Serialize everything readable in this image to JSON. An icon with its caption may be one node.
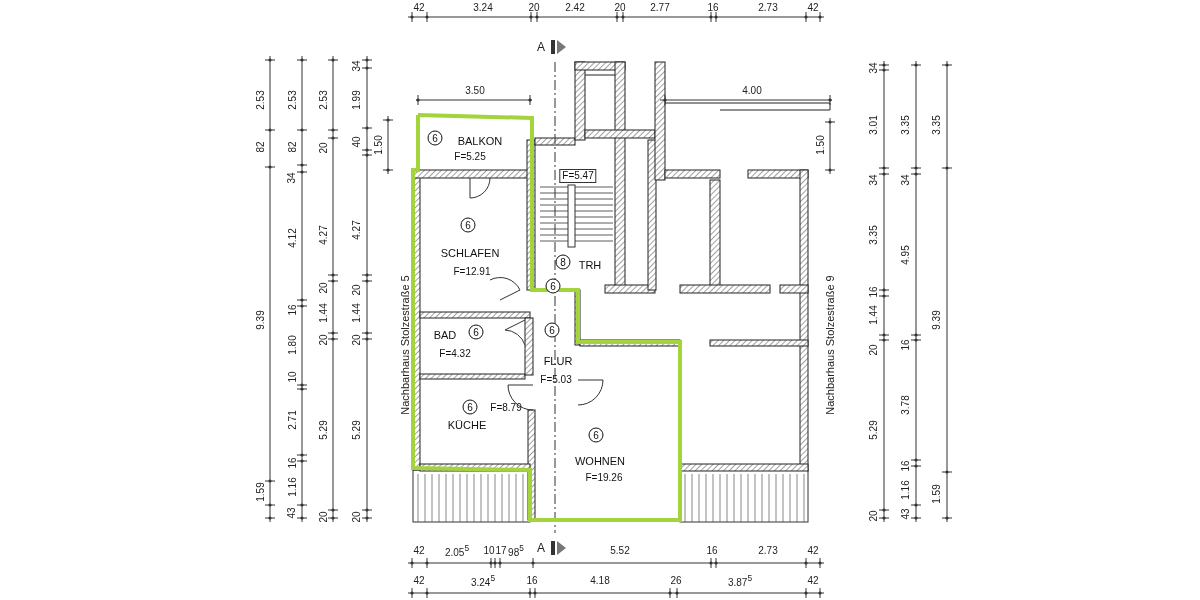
{
  "diagram": {
    "nodes": [
      {
        "text": [
          "6",
          "BALKON",
          "F=5.25"
        ]
      },
      {
        "text": [
          "6",
          "SCHLAFEN",
          "F=12.91"
        ]
      },
      {
        "text": [
          "F=5.47",
          "8",
          "TRH"
        ]
      },
      {
        "text": [
          "BAD",
          "6",
          "F=4.32"
        ]
      },
      {
        "text": [
          "6",
          "6",
          "FLUR",
          "F=5.03"
        ]
      },
      {
        "text": [
          "6",
          "F=8.79",
          "KÜCHE"
        ]
      },
      {
        "text": [
          "6",
          "WOHNEN",
          "F=19.26"
        ]
      }
    ],
    "labels": [
      "42",
      "3.24",
      "20",
      "2.42",
      "20",
      "2.77",
      "16",
      "2.73",
      "42",
      "A",
      "3.50",
      "4.00",
      "2.53",
      "82",
      "9.39",
      "1.59",
      "34",
      "43",
      "2.53",
      "82",
      "4.12",
      "16",
      "1.80",
      "10",
      "2.71",
      "16",
      "1.16",
      "2.53",
      "20",
      "4.27",
      "20",
      "1.44",
      "20",
      "5.29",
      "20",
      "34",
      "1.99",
      "40",
      "4.27",
      "20",
      "1.44",
      "20",
      "5.29",
      "20",
      "1.50",
      "Nachbarhaus Stolzestraße 5",
      "Nachbarhaus Stolzestraße 9",
      "1.50",
      "34",
      "3.01",
      "34",
      "3.35",
      "16",
      "1.44",
      "20",
      "5.29",
      "20",
      "3.35",
      "34",
      "4.95",
      "16",
      "3.78",
      "16",
      "1.16",
      "43",
      "3.35",
      "9.39",
      "1.59",
      "42",
      "2.05$^{5}$",
      "10",
      "17",
      "98$^{5}$",
      "A",
      "5.52",
      "16",
      "2.73",
      "42",
      "42",
      "3.24$^{5}$",
      "16",
      "4.18",
      "26",
      "3.87$^{5}$",
      "42"
    ]
  }
}
